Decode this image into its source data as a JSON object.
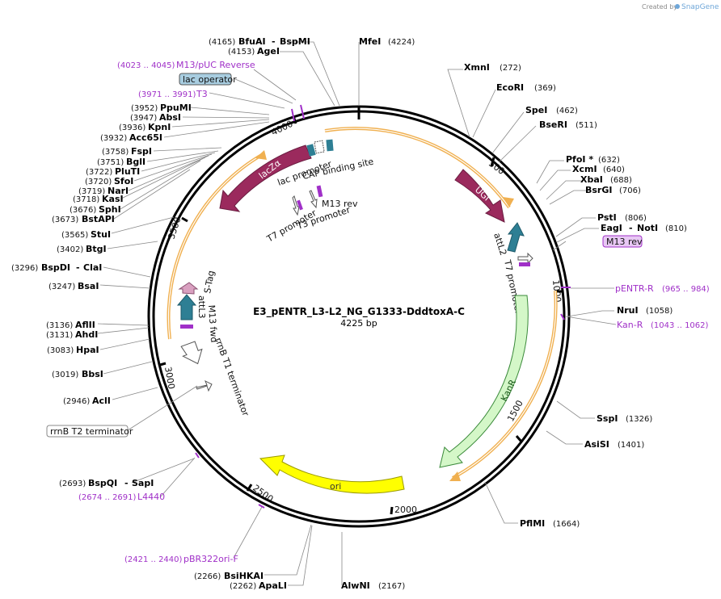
{
  "plasmid": {
    "name": "E3_pENTR_L3-L2_NG_G1333-DddtoxA-C",
    "size_label": "4225 bp",
    "length": 4225
  },
  "credit": {
    "text": "Created by",
    "brand": "SnapGene"
  },
  "ticks": [
    "500",
    "1000",
    "1500",
    "2000",
    "2500",
    "3000",
    "3500",
    "4000"
  ],
  "enzymes": {
    "bfuai": {
      "name": "BfuAI",
      "pos": "(4165)"
    },
    "bspmi": {
      "name": "BspMI"
    },
    "agei": {
      "name": "AgeI",
      "pos": "(4153)"
    },
    "mfei": {
      "name": "MfeI",
      "pos": "(4224)"
    },
    "xmni": {
      "name": "XmnI",
      "pos": "(272)"
    },
    "ecori": {
      "name": "EcoRI",
      "pos": "(369)"
    },
    "spei": {
      "name": "SpeI",
      "pos": "(462)"
    },
    "beri": {
      "name": "BseRI",
      "pos": "(511)"
    },
    "pfoi": {
      "name": "PfoI *",
      "pos": "(632)"
    },
    "xcmi": {
      "name": "XcmI",
      "pos": "(640)"
    },
    "xbai": {
      "name": "XbaI",
      "pos": "(688)"
    },
    "bsrgi": {
      "name": "BsrGI",
      "pos": "(706)"
    },
    "psti": {
      "name": "PstI",
      "pos": "(806)"
    },
    "eagi": {
      "name": "EagI"
    },
    "noti": {
      "name": "NotI",
      "pos": "(810)"
    },
    "nrui": {
      "name": "NruI",
      "pos": "(1058)"
    },
    "sspi": {
      "name": "SspI",
      "pos": "(1326)"
    },
    "asisi": {
      "name": "AsiSI",
      "pos": "(1401)"
    },
    "pflmi": {
      "name": "PflMI",
      "pos": "(1664)"
    },
    "alwni": {
      "name": "AlwNI",
      "pos": "(2167)"
    },
    "apali": {
      "name": "ApaLI",
      "pos": "(2262)"
    },
    "bsihkai": {
      "name": "BsiHKAI",
      "pos": "(2266)"
    },
    "bspqi": {
      "name": "BspQI",
      "pos": "(2693)"
    },
    "sapi": {
      "name": "SapI"
    },
    "acli": {
      "name": "AclI",
      "pos": "(2946)"
    },
    "bbsi": {
      "name": "BbsI",
      "pos": "(3019)"
    },
    "hpai": {
      "name": "HpaI",
      "pos": "(3083)"
    },
    "ahdi": {
      "name": "AhdI",
      "pos": "(3131)"
    },
    "aflii": {
      "name": "AflII",
      "pos": "(3136)"
    },
    "bsai": {
      "name": "BsaI",
      "pos": "(3247)"
    },
    "bspdi": {
      "name": "BspDI",
      "pos": "(3296)"
    },
    "clai": {
      "name": "ClaI"
    },
    "btgi": {
      "name": "BtgI",
      "pos": "(3402)"
    },
    "stui": {
      "name": "StuI",
      "pos": "(3565)"
    },
    "bstapi": {
      "name": "BstAPI",
      "pos": "(3673)"
    },
    "sphi": {
      "name": "SphI",
      "pos": "(3676)"
    },
    "kasi": {
      "name": "KasI",
      "pos": "(3718)"
    },
    "nari": {
      "name": "NarI",
      "pos": "(3719)"
    },
    "sfoi": {
      "name": "SfoI",
      "pos": "(3720)"
    },
    "pluti": {
      "name": "PluTI",
      "pos": "(3722)"
    },
    "bgli": {
      "name": "BglI",
      "pos": "(3751)"
    },
    "fspi": {
      "name": "FspI",
      "pos": "(3758)"
    },
    "acc65i": {
      "name": "Acc65I",
      "pos": "(3932)"
    },
    "kpni": {
      "name": "KpnI",
      "pos": "(3936)"
    },
    "absi": {
      "name": "AbsI",
      "pos": "(3947)"
    },
    "ppumi": {
      "name": "PpuMI",
      "pos": "(3952)"
    }
  },
  "primers": {
    "m13puc": {
      "name": "M13/pUC Reverse",
      "range": "(4023 .. 4045)"
    },
    "t3": {
      "name": "T3",
      "range": "(3971 .. 3991)"
    },
    "pentr": {
      "name": "pENTR-R",
      "range": "(965 .. 984)"
    },
    "kanr": {
      "name": "Kan-R",
      "range": "(1043 .. 1062)"
    },
    "l4440": {
      "name": "L4440",
      "range": "(2674 .. 2691)"
    },
    "pbr": {
      "name": "pBR322ori-F",
      "range": "(2421 .. 2440)"
    }
  },
  "boxed_labels": {
    "lac_operator": "lac operator",
    "m13rev": "M13 rev",
    "rrnb_t2": "rrnB T2 terminator"
  },
  "features": {
    "lacza": "lacZα",
    "ugi": "UGI",
    "kanr": "KanR",
    "ori": "ori",
    "attl2": "attL2",
    "t7prom_right": "T7 promoter",
    "lac_promoter": "lac promoter",
    "cap": "CAP binding site",
    "t7prom_inner": "T7 promoter",
    "m13rev_inner": "M13 rev",
    "t3prom": "T3 promoter",
    "stag": "S-Tag",
    "attl3": "attL3",
    "m13fwd": "M13 fwd",
    "rrnb_t1": "rrnB T1 terminator"
  },
  "colors": {
    "backbone": "#000000",
    "lacza": "#9b2a5d",
    "ugi": "#9b2a5d",
    "kanr": "#d4f7c8",
    "ori": "#ffff00",
    "att": "#2e7f94",
    "stag": "#d9a0c0",
    "primer": "#a030c8",
    "orange": "#f0b050"
  }
}
